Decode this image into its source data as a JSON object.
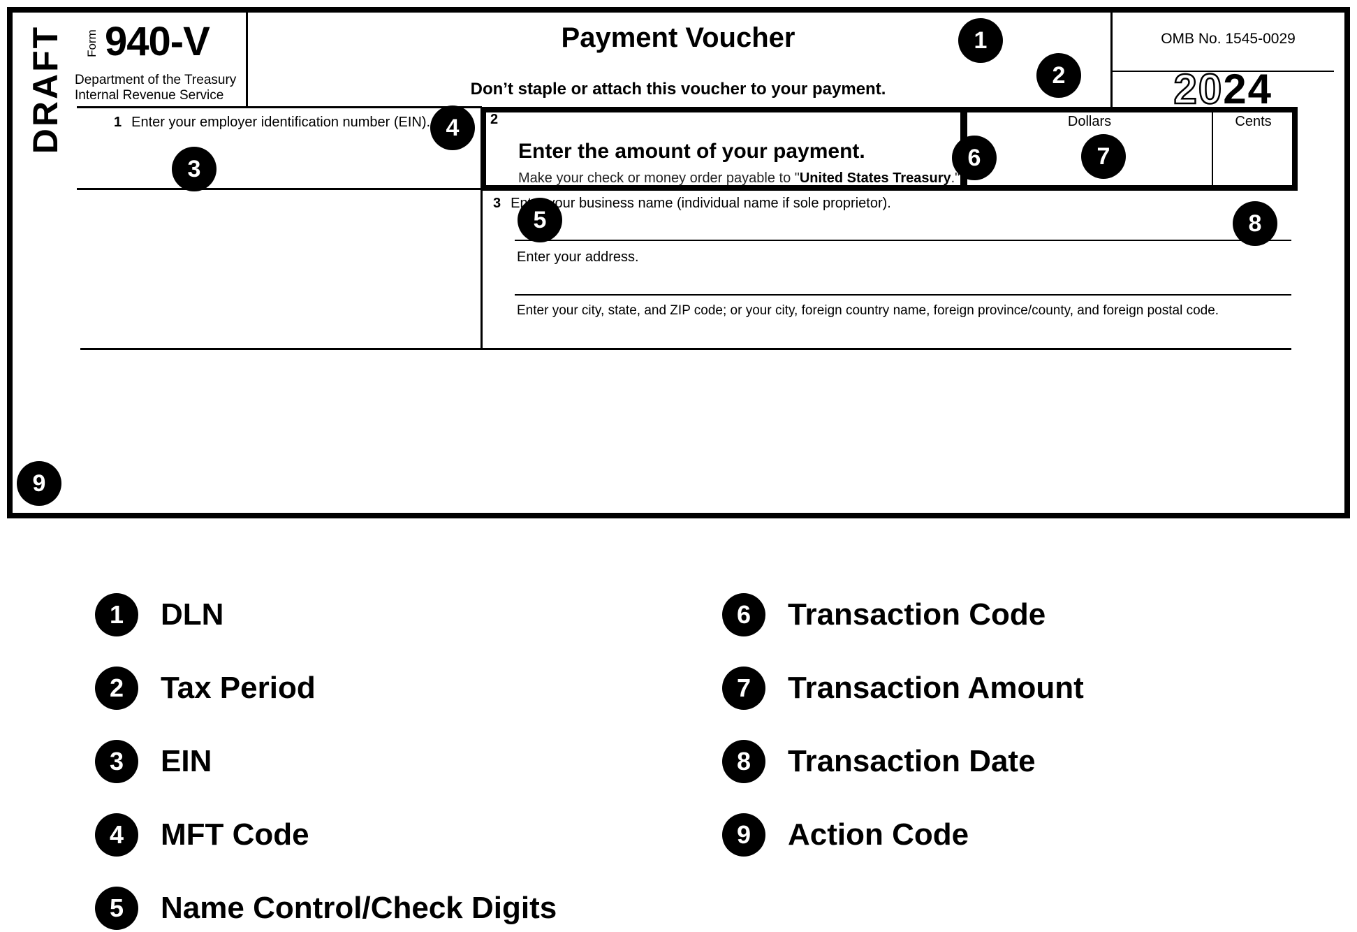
{
  "stamp": "DRAFT",
  "header": {
    "form_word": "Form",
    "form_number": "940-V",
    "agency_line1": "Department of the Treasury",
    "agency_line2": "Internal Revenue Service",
    "title": "Payment Voucher",
    "subtitle": "Don’t staple or attach this voucher to your payment.",
    "omb_number": "OMB No. 1545-0029",
    "year_outline": "20",
    "year_solid": "24"
  },
  "fields": {
    "ein": {
      "number": "1",
      "label": "Enter your employer identification number (EIN)."
    },
    "amount": {
      "number": "2",
      "heading": "Enter the amount of your payment.",
      "payable_prefix": "Make your check or money order payable to \"",
      "payable_bold": "United States Treasury",
      "payable_suffix": ".\"",
      "dollars_label": "Dollars",
      "cents_label": "Cents"
    },
    "business": {
      "number": "3",
      "name_label": "Enter your business name (individual name if sole proprietor).",
      "address_label": "Enter your address.",
      "city_label": "Enter your city, state, and ZIP code; or your city, foreign country name, foreign province/county, and foreign postal code."
    }
  },
  "callouts": [
    "1",
    "2",
    "3",
    "4",
    "5",
    "6",
    "7",
    "8",
    "9"
  ],
  "legend": {
    "left": [
      {
        "num": "1",
        "label": "DLN"
      },
      {
        "num": "2",
        "label": "Tax Period"
      },
      {
        "num": "3",
        "label": "EIN"
      },
      {
        "num": "4",
        "label": "MFT Code"
      },
      {
        "num": "5",
        "label": "Name Control/Check Digits"
      }
    ],
    "right": [
      {
        "num": "6",
        "label": "Transaction Code"
      },
      {
        "num": "7",
        "label": "Transaction Amount"
      },
      {
        "num": "8",
        "label": "Transaction Date"
      },
      {
        "num": "9",
        "label": "Action Code"
      }
    ]
  },
  "colors": {
    "ink": "#000000",
    "paper": "#ffffff"
  }
}
